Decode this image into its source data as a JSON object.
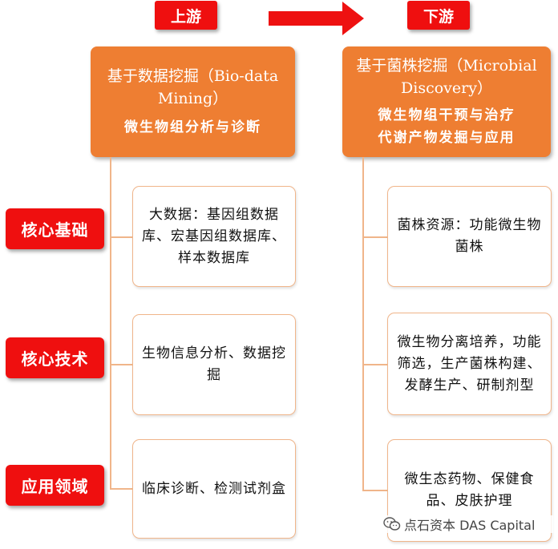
{
  "header": {
    "upstream_label": "上游",
    "downstream_label": "下游",
    "arrow_color": "#ee1111"
  },
  "upstream": {
    "title": "基于数据挖掘（Bio-data Mining）",
    "subtitle": "微生物组分析与诊断",
    "boxes": [
      "大数据：基因组数据库、宏基因组数据库、样本数据库",
      "生物信息分析、数据挖掘",
      "临床诊断、检测试剂盒"
    ]
  },
  "downstream": {
    "title": "基于菌株挖掘（Microbial Discovery）",
    "subtitle_1": "微生物组干预与治疗",
    "subtitle_2": "代谢产物发掘与应用",
    "boxes": [
      "菌株资源：功能微生物菌株",
      "微生物分离培养，功能筛选，生产菌株构建、发酵生产、研制剂型",
      "微生态药物、保健食品、皮肤护理"
    ]
  },
  "categories": [
    "核心基础",
    "核心技术",
    "应用领域"
  ],
  "watermark": "点石资本 DAS Capital",
  "colors": {
    "red": "#ef0f0f",
    "orange": "#ee7e32",
    "connector": "#f0b58a"
  }
}
